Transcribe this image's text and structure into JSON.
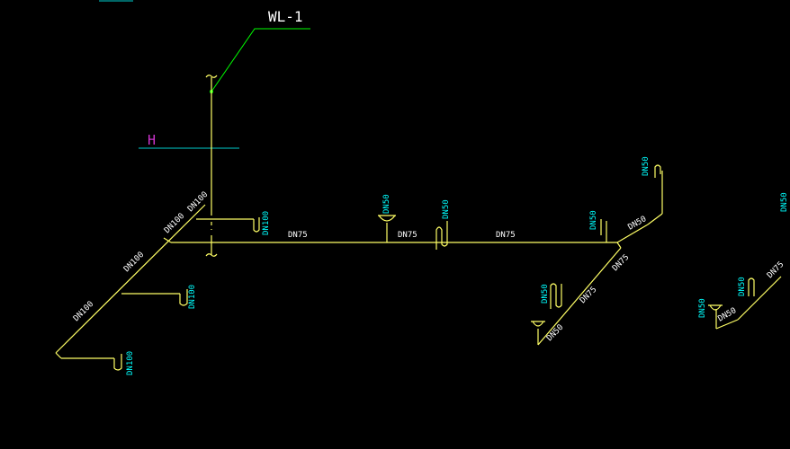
{
  "drawing": {
    "riser_label": "WL-1",
    "level_label": "H",
    "colors": {
      "pipe": "#ffff66",
      "leader": "#00ff00",
      "level_line": "#00cccc",
      "level_text": "#cc33cc",
      "annot": "#ffffff",
      "annot_cyan": "#00ffff"
    },
    "labels": {
      "dn100_riser": "DN100",
      "dn100_a": "DN100",
      "dn100_b": "DN100",
      "dn100_c": "DN100",
      "dn100_d": "DN100",
      "dn100_e": "DN100",
      "dn100_f": "DN100",
      "dn75_a": "DN75",
      "dn75_b": "DN75",
      "dn75_c": "DN75",
      "dn75_d": "DN75",
      "dn75_e": "DN75",
      "dn75_f": "DN75",
      "dn50_a": "DN50",
      "dn50_b": "DN50",
      "dn50_c": "DN50",
      "dn50_d": "DN50",
      "dn50_e": "DN50",
      "dn50_f": "DN50",
      "dn50_g": "DN50",
      "dn50_h": "DN50",
      "dn50_i": "DN50",
      "dn50_j": "DN50",
      "dn50_k": "DN50"
    }
  }
}
